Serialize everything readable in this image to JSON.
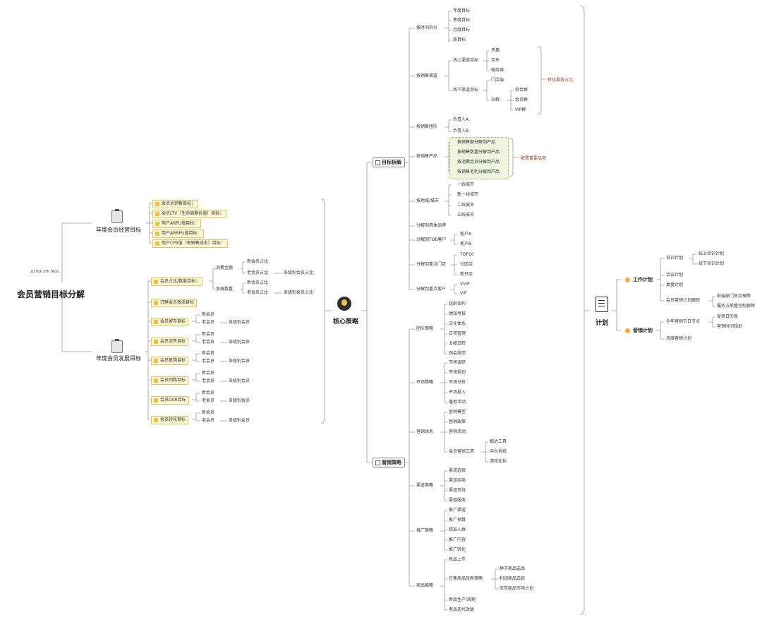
{
  "root": {
    "title": "会员营销目标分解",
    "logo_text": "JU HUI SHI TALK"
  },
  "branch_ops": {
    "title": "年度会员经营目标",
    "items": [
      "会员总销售目标：",
      "会员LTV（生命周期价值）目标：",
      "用户ARPU值目标：",
      "用户ARRPU值目标：",
      "用户CPS值（每销售成本）目标："
    ]
  },
  "branch_dev": {
    "title": "年度会员发展目标",
    "ratio": "会员占比/数量目标：",
    "sales_share": {
      "label": "消费金额",
      "a": "新会员占比",
      "b": "老会员占比",
      "c": "各级别会员占比"
    },
    "count_share": {
      "label": "发展数量",
      "a": "新会员占比",
      "b": "老会员占比",
      "c": "各级别会员占比"
    },
    "activation": "沉睡会员激活目标",
    "groups": [
      {
        "title": "会员留存目标",
        "a": "新会员",
        "b": "老会员",
        "c": "各级别会员"
      },
      {
        "title": "会员流失目标",
        "a": "新会员",
        "b": "老会员",
        "c": "各级别会员"
      },
      {
        "title": "会员复购目标",
        "a": "新会员",
        "b": "老会员",
        "c": "各级别会员"
      },
      {
        "title": "会员回购目标",
        "a": "新会员",
        "b": "老会员",
        "c": "各级别会员"
      },
      {
        "title": "会员DSR目标",
        "a": "新会员",
        "b": "老会员",
        "c": "各级别会员"
      },
      {
        "title": "会员转化目标",
        "a": "新会员",
        "b": "老会员",
        "c": "各级别会员"
      }
    ]
  },
  "core": {
    "title": "核心策略"
  },
  "goal": {
    "title": "目标拆解",
    "by_time": {
      "label": "按时间拆分",
      "items": [
        "年度目标",
        "季度目标",
        "月度目标",
        "周目标"
      ]
    },
    "by_channel": {
      "label": "按销售渠道",
      "online": "线上渠道目标",
      "online_items": [
        "天猫",
        "京东",
        "微商城"
      ],
      "offline": "线下渠道目标",
      "store": "门店端",
      "community": "社群",
      "community_items": [
        "综合群",
        "会员群",
        "VIP群"
      ],
      "note": "转化渠道占比"
    },
    "by_team": {
      "label": "按销售团队",
      "items": [
        "负责人A:",
        "负责人B:"
      ]
    },
    "by_product": {
      "label": "按销售产品",
      "items": [
        "按销售额分解到产品",
        "按销售数量分解到产品",
        "按消费会员分解到产品",
        "按销售毛利分解到产品"
      ],
      "note": "配置重要品项"
    },
    "by_region": {
      "label": "按地域/城市",
      "items": [
        "一线城市",
        "新一线城市",
        "二线城市",
        "三线城市"
      ]
    },
    "by_brand": "分解到具体品牌",
    "by_tob": {
      "label": "分解到TOB客户",
      "items": [
        "客户A",
        "客户B"
      ]
    },
    "by_store": {
      "label": "分解到重点门店",
      "items": [
        "TOP10",
        "社区店",
        "新开店"
      ]
    },
    "by_key": {
      "label": "分解到重点客户",
      "items": [
        "VVIP",
        "VIP"
      ]
    }
  },
  "market": {
    "title": "营销策略",
    "team": {
      "label": "团队策略",
      "items": [
        "组织架构",
        "绩效考核",
        "文化体系",
        "日常管理",
        "业绩追踪",
        "例会规范"
      ]
    },
    "mkt": {
      "label": "市场策略",
      "items": [
        "市场调研",
        "市场规划",
        "市场分析",
        "市场投入",
        "落地活动"
      ]
    },
    "sys": {
      "label": "营销体系",
      "items": [
        "营销模型",
        "营销政策",
        "营销活动"
      ],
      "tools": "会员营销工具",
      "tool_items": [
        "触达工具",
        "中台系统",
        "游戏化包"
      ]
    },
    "channel": {
      "label": "渠道策略",
      "items": [
        "渠道选择",
        "渠道招商",
        "渠道支持",
        "渠道服务"
      ]
    },
    "promo": {
      "label": "推广策略",
      "items": [
        "推广渠道",
        "推广预算",
        "精准人群",
        "推广内容",
        "推广转化"
      ]
    },
    "product": {
      "label": "商品策略",
      "launch": "新品上市",
      "plan": "在售商品及新策略",
      "plan_items": [
        "种子商品选品",
        "利润商品选款",
        "库存商品市场计划"
      ],
      "devlop": "新品生产/周期",
      "end": "老品迭代改版"
    }
  },
  "plan": {
    "title": "计划",
    "work": {
      "label": "工作计划",
      "training": "培训计划",
      "training_items": [
        "线上培训计划",
        "线下培训计划"
      ],
      "meeting": "会议计划",
      "review": "复盘计划",
      "mkt": "会员营销计划跟踪",
      "mkt_items": [
        "前端部门支持保障",
        "服务方质量控制保障"
      ]
    },
    "mkt": {
      "label": "营销计划",
      "annual": "全年营销节日节点",
      "annual_items": [
        "促销日历表",
        "营销时间规划"
      ],
      "month": "月度营销计划"
    }
  }
}
